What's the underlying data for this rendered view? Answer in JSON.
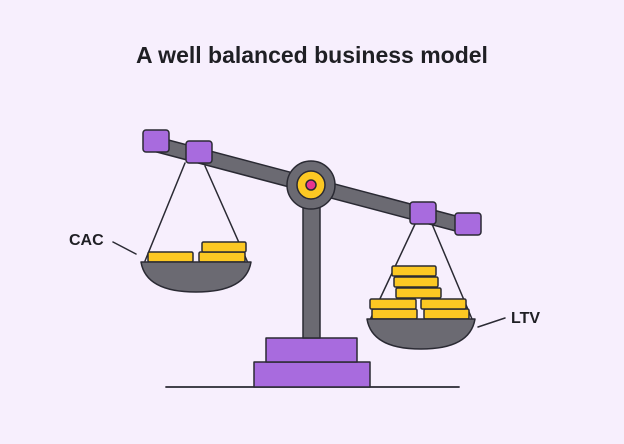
{
  "title": "A well balanced business model",
  "labels": {
    "left_pan": "CAC",
    "right_pan": "LTV"
  },
  "colors": {
    "background": "#f7effd",
    "outline": "#2a2a33",
    "beam": "#6b6a72",
    "pan": "#6b6a72",
    "accent_purple": "#a86bde",
    "coin_gold": "#fcc823",
    "pivot_ring": "#fcc823",
    "pivot_dot": "#e8368f"
  },
  "icons": {
    "scale": "balance-scale-icon",
    "coin": "gold-coin-icon"
  }
}
